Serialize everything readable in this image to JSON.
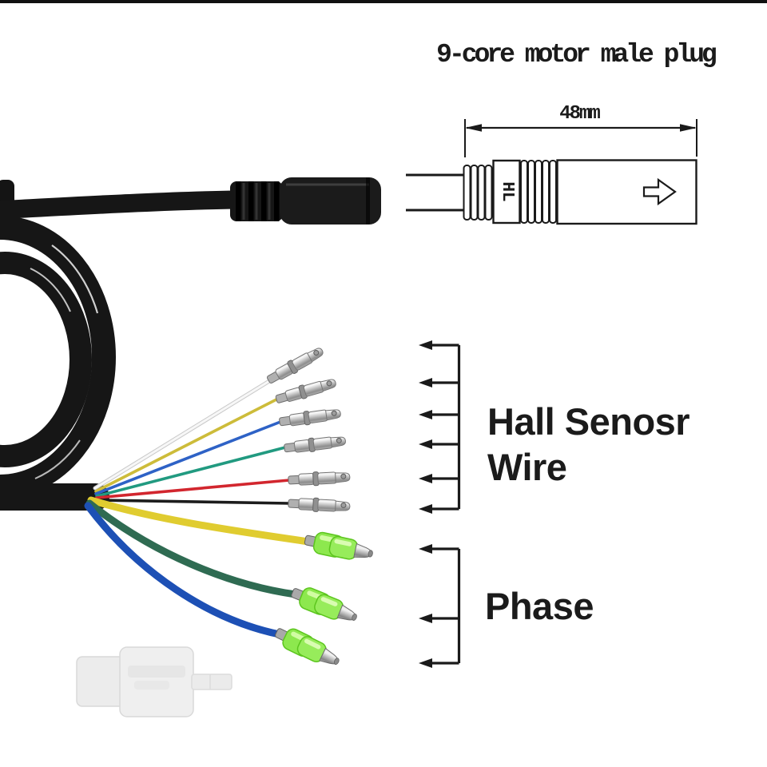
{
  "page": {
    "background_color": "#ffffff",
    "top_bar_color": "#101010"
  },
  "title": "9-core motor male plug",
  "technical_drawing": {
    "dimension_label": "48mm",
    "connector_marking": "HL",
    "direction_arrow_icon": "right-arrow",
    "rib_count_left": 4,
    "rib_count_right": 5
  },
  "labels": {
    "hall_sensor": "Hall Senosr Wire",
    "phase": "Phase"
  },
  "hall_wires": [
    {
      "name": "white",
      "color": "#f7f7f7"
    },
    {
      "name": "yellow",
      "color": "#cdbc3a"
    },
    {
      "name": "blue",
      "color": "#2e62c6"
    },
    {
      "name": "green",
      "color": "#219a80"
    },
    {
      "name": "red",
      "color": "#d2262e"
    },
    {
      "name": "black",
      "color": "#1c1c1c"
    }
  ],
  "phase_wires": [
    {
      "name": "yellow",
      "color": "#e0cc30"
    },
    {
      "name": "green",
      "color": "#2f6b52"
    },
    {
      "name": "blue",
      "color": "#1d50b5"
    }
  ],
  "hall_bracket": {
    "arrow_count": 6,
    "arrow_direction": "left"
  },
  "phase_bracket": {
    "arrow_count": 3,
    "arrow_direction": "left"
  },
  "colors": {
    "cable_black": "#161616",
    "phase_connector_green": "#8de84e",
    "line_art_ink": "#1a1a1a",
    "white_plug": "#efefef"
  }
}
